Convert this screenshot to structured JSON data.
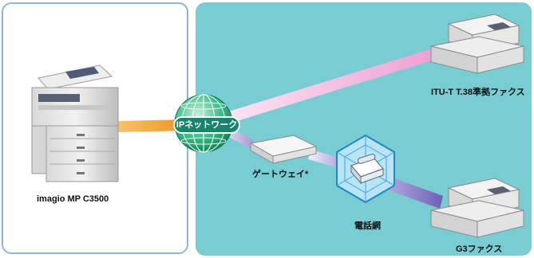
{
  "diagram": {
    "network_label": "IPネットワーク",
    "copier_label": "imagio MP C3500",
    "fax_t38_label": "ITU-T T.38準拠ファクス",
    "gateway_label": "ゲートウェイ*",
    "phone_network_label": "電話網",
    "g3_fax_label": "G3ファクス"
  },
  "icons": {
    "copier": "multifunction-printer-icon",
    "globe": "globe-network-icon",
    "gateway": "gateway-device-icon",
    "phone": "telephone-network-icon",
    "fax_t38": "fax-machine-icon",
    "fax_g3": "fax-machine-icon"
  },
  "colors": {
    "panel_border": "#8eb4e0",
    "panel_fill": "#77cdd1",
    "copier_link": "#f39a1e",
    "t38_link": "#f0a8d6",
    "gateway_link": "#8e7cc3",
    "globe": "#1aa06e",
    "network_badge": "#16856a",
    "phone_hex": "#3a9ed8"
  }
}
